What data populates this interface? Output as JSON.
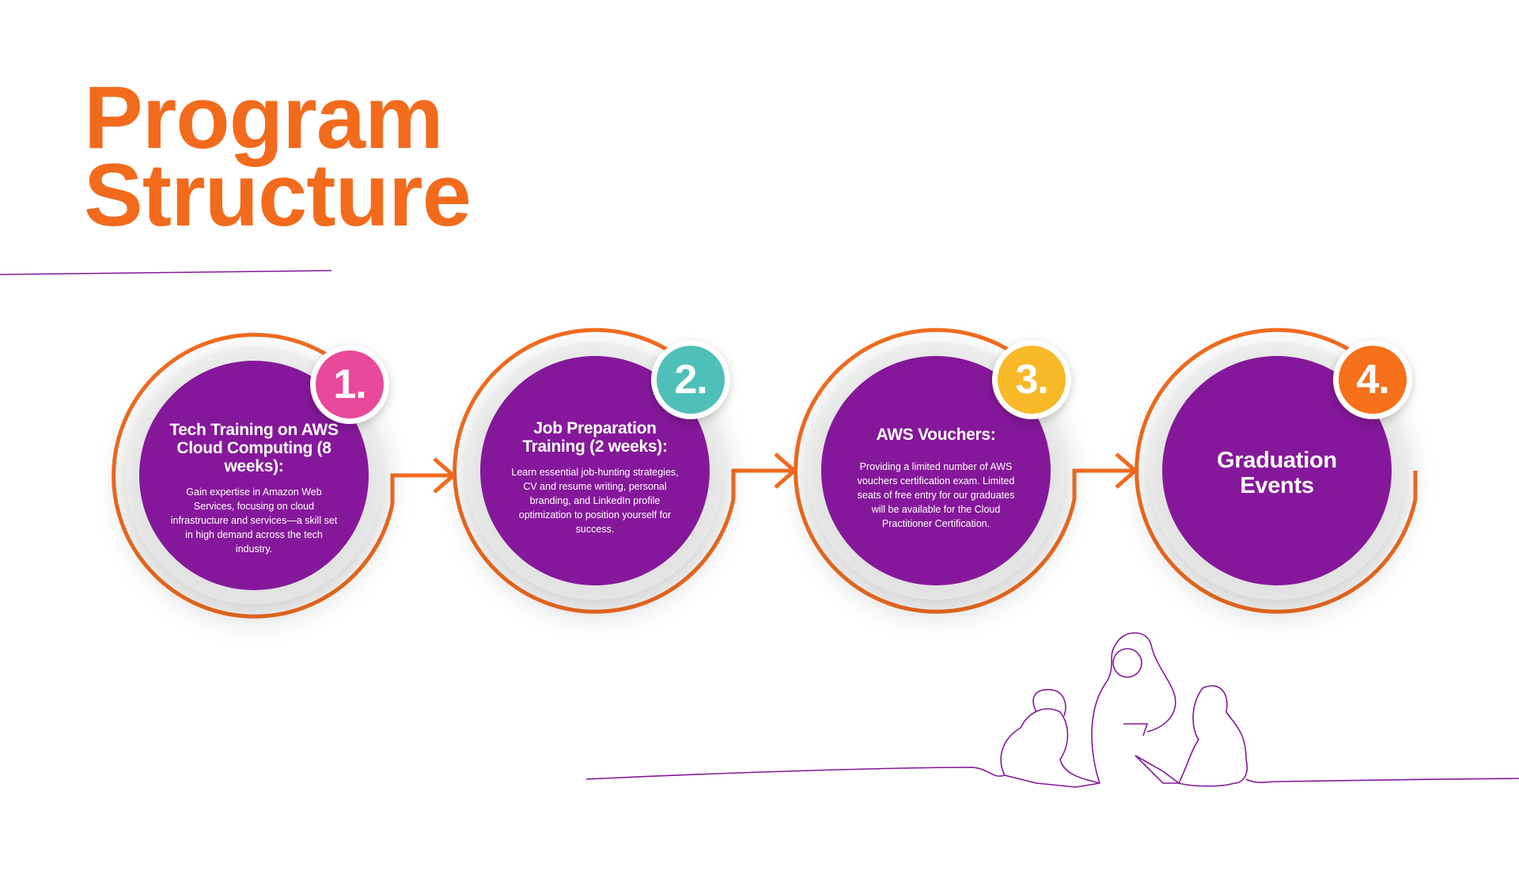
{
  "title": {
    "line1": "Program",
    "line2": "Structure"
  },
  "colors": {
    "orange": "#F26B1D",
    "purple": "#85189A"
  },
  "steps": [
    {
      "number": "1.",
      "color": "#E8499A",
      "heading": "Tech Training on AWS Cloud Computing (8 weeks):",
      "body": "Gain expertise in Amazon Web Services, focusing on cloud infrastructure and services—a skill set in high demand across the tech industry."
    },
    {
      "number": "2.",
      "color": "#4FC0B9",
      "heading": "Job Preparation Training (2 weeks):",
      "body": "Learn essential job-hunting strategies, CV and resume writing, personal branding, and LinkedIn profile optimization to position yourself for success."
    },
    {
      "number": "3.",
      "color": "#F7B928",
      "heading": "AWS Vouchers:",
      "body": "Providing a limited number of AWS vouchers certification exam. Limited seats of free entry for our graduates will be available for the Cloud Practitioner Certification."
    },
    {
      "number": "4.",
      "color": "#F7701B",
      "heading": "Graduation Events"
    }
  ]
}
